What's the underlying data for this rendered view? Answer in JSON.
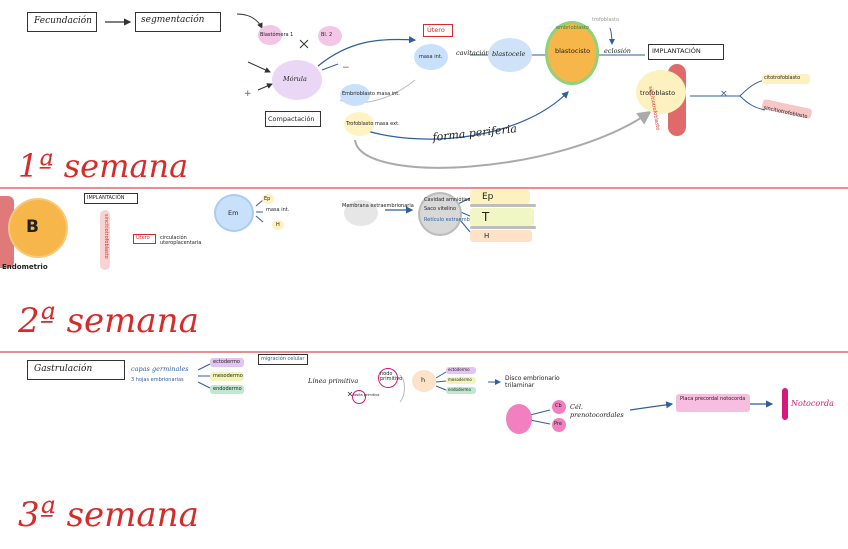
{
  "week1": {
    "fecundacion": "Fecundación",
    "segmentacion": "segmentación",
    "blastomera1": "Blastómera 1",
    "blastomera2": "Bl. 2",
    "sign_x": "×",
    "mas": "+",
    "menos": "−",
    "morula": "Mórula",
    "compactacion": "Compactación",
    "celulas_int": "Embrioblasto masa int.",
    "celulas_ext": "Trofoblasto masa ext.",
    "utero": "Útero",
    "masa_int": "masa int.",
    "cavitacion": "cavitación",
    "blastocele": "blastocele",
    "blastocisto": "blastocisto",
    "blastocisto_note": "embrioblasto",
    "blastocisto_side": "trofoblasto",
    "eclosion": "eclosión",
    "implantacion": "IMPLANTACIÓN",
    "trofoblasto": "trofoblasto",
    "vertical_label": "sincitiotrofoblasto",
    "branch_top": "citotrofoblasto",
    "branch_bottom": "sincitiotrofoblasto",
    "forma_periferia": "forma periferia",
    "week_title": "1ª semana"
  },
  "week2": {
    "endometrio": "Endometrio",
    "b_label": "B",
    "implantacion": "IMPLANTACIÓN",
    "vertical_label": "sincitiotrofoblasto",
    "utero": "Útero",
    "circulacion": "circulación uteroplacentaria",
    "em": "Em",
    "ep": "Ep",
    "h": "H",
    "masa_int": "masa int.",
    "membrana": "Membrana extraembrionaria",
    "cavidad_top": "Cavidad amniótica",
    "cavidad_mid": "Saco vitelino",
    "reticulo": "Retículo extraembrionario",
    "ep_big": "Ep",
    "t_big": "T",
    "h_big": "H",
    "week_title": "2ª semana"
  },
  "week3": {
    "gastrulacion": "Gastrulación",
    "capas_germinales": "capas germinales",
    "tres_hojas": "3 hojas embrionarias",
    "ectodermo": "ectodermo",
    "mesodermo": "mesodermo",
    "endodermo": "endodermo",
    "migracion": "migración celular",
    "linea_primitiva": "Línea primitiva",
    "nodo": "nodo primitivo",
    "fosita": "fosita primitiva",
    "h": "h",
    "ectodermo_small": "ectodermo",
    "mesodermo_small": "mesodermo",
    "endodermo_small": "endodermo",
    "disco": "Disco embrionario trilaminar",
    "cel_prenotocordales": "Cél. prenotocordales",
    "cb": "Cb",
    "pre": "Pre",
    "placa": "Placa precordal notocorda",
    "notocorda": "Notocorda",
    "week_title": "3ª semana"
  }
}
